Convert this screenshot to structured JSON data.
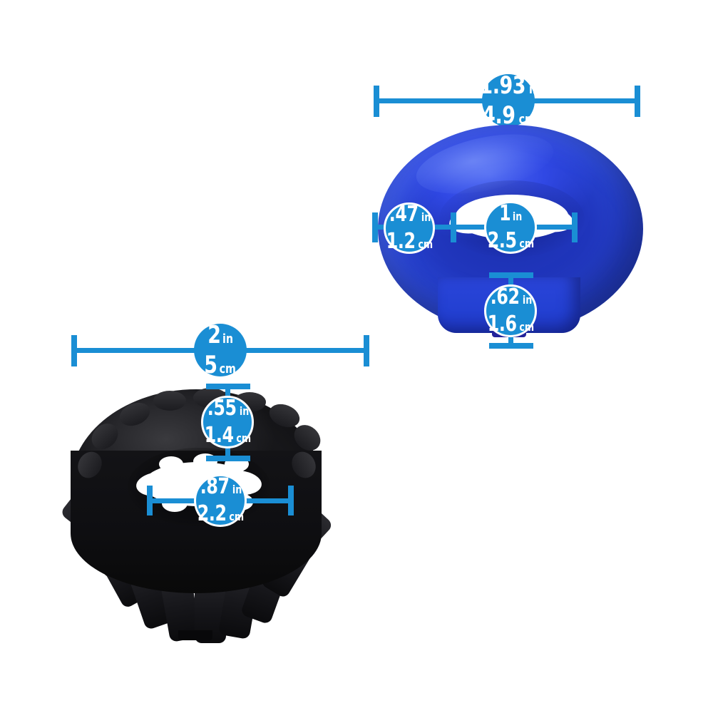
{
  "diagram": {
    "title": "Product Dimensions Diagram",
    "background_color": "#ffffff",
    "accent_color": "#1a8ed4",
    "badge_text_color": "#ffffff"
  },
  "products": [
    {
      "id": "blue-ring",
      "name": "blue-donut-ring",
      "color_name": "blue",
      "color_hex": "#2440dc",
      "measurements": [
        {
          "id": "blue-outer-width",
          "label": "outer width",
          "orientation": "horizontal",
          "inches": "1.93",
          "in_unit": "in",
          "cm": "4.9",
          "cm_unit": "cm"
        },
        {
          "id": "blue-wall-thickness",
          "label": "wall thickness",
          "orientation": "horizontal",
          "inches": ".47",
          "in_unit": "in",
          "cm": "1.2",
          "cm_unit": "cm"
        },
        {
          "id": "blue-inner-diameter",
          "label": "inner opening diameter",
          "orientation": "horizontal",
          "inches": "1",
          "in_unit": "in",
          "cm": "2.5",
          "cm_unit": "cm"
        },
        {
          "id": "blue-height",
          "label": "height",
          "orientation": "vertical",
          "inches": ".62",
          "in_unit": "in",
          "cm": "1.6",
          "cm_unit": "cm"
        }
      ]
    },
    {
      "id": "black-ring",
      "name": "black-tread-ring",
      "color_name": "black",
      "color_hex": "#111113",
      "measurements": [
        {
          "id": "black-outer-width",
          "label": "outer width",
          "orientation": "horizontal",
          "inches": "2",
          "in_unit": "in",
          "cm": "5",
          "cm_unit": "cm"
        },
        {
          "id": "black-height",
          "label": "height",
          "orientation": "vertical",
          "inches": ".55",
          "in_unit": "in",
          "cm": "1.4",
          "cm_unit": "cm"
        },
        {
          "id": "black-inner-diameter",
          "label": "inner opening diameter",
          "orientation": "horizontal",
          "inches": ".87",
          "in_unit": "in",
          "cm": "2.2",
          "cm_unit": "cm"
        }
      ]
    }
  ]
}
